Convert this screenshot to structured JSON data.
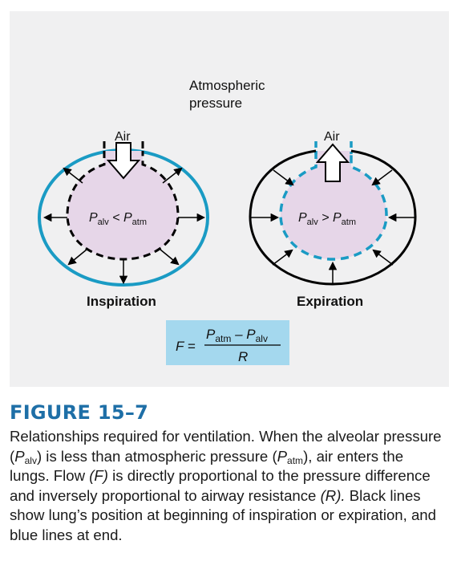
{
  "diagram": {
    "atmospheric_label_line1": "Atmospheric",
    "atmospheric_label_line2": "pressure",
    "air_label": "Air",
    "inspiration": {
      "label": "Inspiration",
      "relation": "P",
      "relation_sub1": "alv",
      "relation_op": " < P",
      "relation_sub2": "atm"
    },
    "expiration": {
      "label": "Expiration",
      "relation": "P",
      "relation_sub1": "alv",
      "relation_op": " > P",
      "relation_sub2": "atm"
    },
    "formula": {
      "lhs": "F =",
      "num_p": "P",
      "num_sub1": "atm",
      "num_minus": " – P",
      "num_sub2": "alv",
      "den": "R"
    },
    "colors": {
      "panel": "#f0f0f1",
      "blue": "#1a9bc4",
      "lung_fill": "#e6d6e8",
      "formula_box": "#a4d8ee",
      "title": "#1e6fa7"
    }
  },
  "figure": {
    "title": "FIGURE 15–7",
    "caption": {
      "t1": "Relationships required for ventilation. When the alveolar pressure (",
      "p1": "P",
      "s1": "alv",
      "t2": ") is less than atmospheric pressure (",
      "p2": "P",
      "s2": "atm",
      "t3": "), air enters the lungs. Flow ",
      "f": "(F)",
      "t4": " is directly proportional to the pressure difference and inversely proportional to airway resistance ",
      "r": "(R).",
      "t5": " Black lines show lung’s position at beginning of inspiration or expiration, and blue lines at end."
    }
  }
}
